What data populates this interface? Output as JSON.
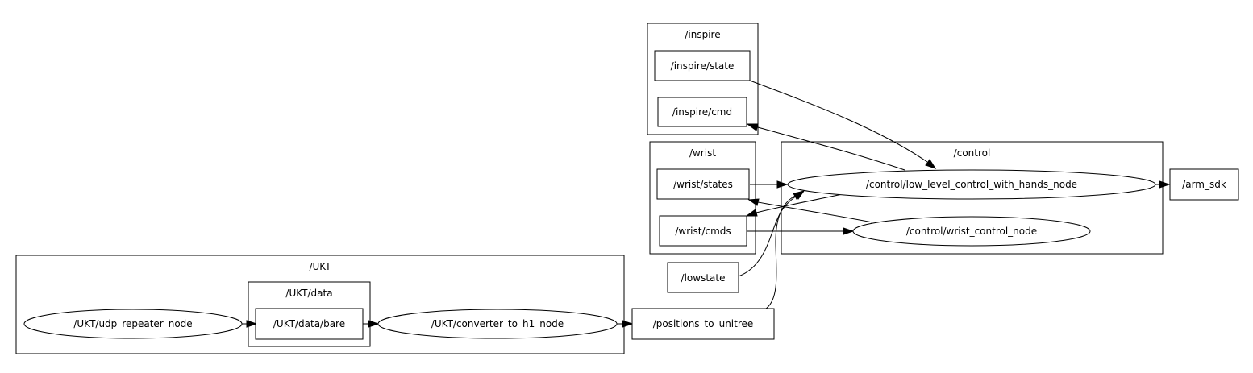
{
  "clusters": {
    "inspire": "/inspire",
    "wrist": "/wrist",
    "control": "/control",
    "ukt": "/UKT",
    "ukt_data": "/UKT/data"
  },
  "topics": {
    "inspire_state": "/inspire/state",
    "inspire_cmd": "/inspire/cmd",
    "wrist_states": "/wrist/states",
    "wrist_cmds": "/wrist/cmds",
    "arm_sdk": "/arm_sdk",
    "lowstate": "/lowstate",
    "ukt_data_bare": "/UKT/data/bare",
    "positions_to_unitree": "/positions_to_unitree"
  },
  "nodes": {
    "low_level_control": "/control/low_level_control_with_hands_node",
    "wrist_control": "/control/wrist_control_node",
    "udp_repeater": "/UKT/udp_repeater_node",
    "converter_to_h1": "/UKT/converter_to_h1_node"
  }
}
